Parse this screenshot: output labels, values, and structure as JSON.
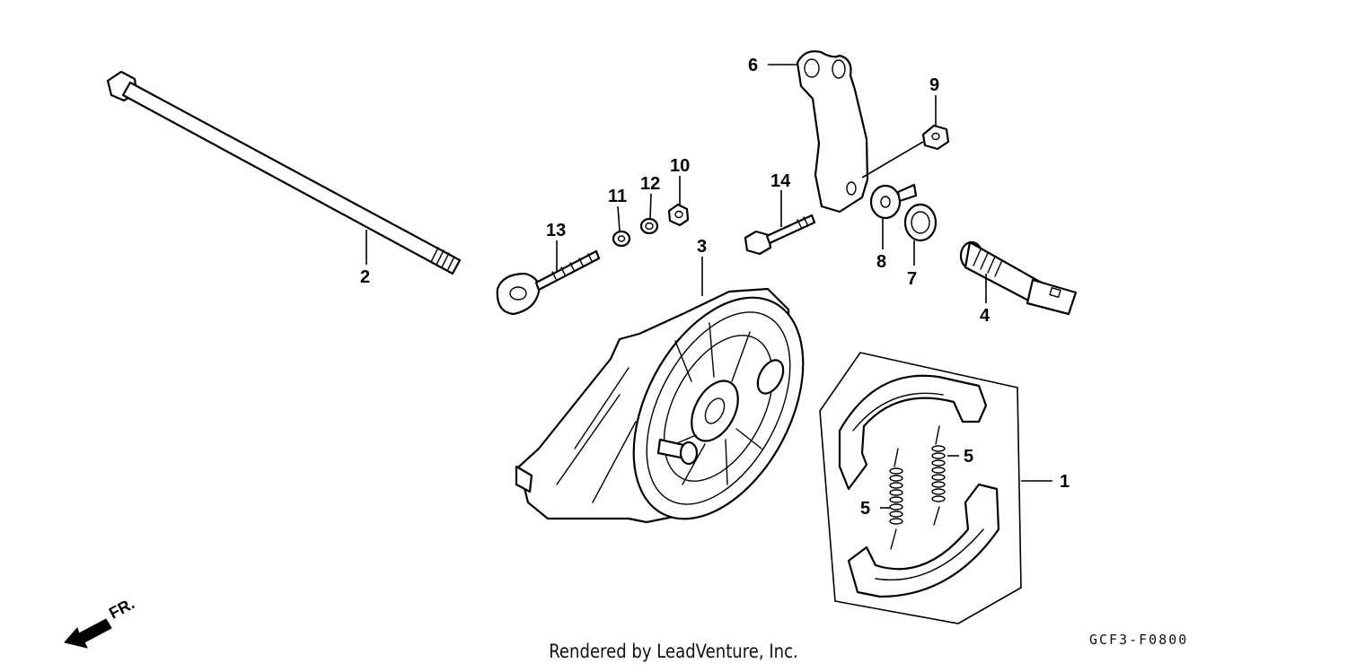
{
  "callouts": [
    {
      "id": "c1",
      "text": "1"
    },
    {
      "id": "c2",
      "text": "2"
    },
    {
      "id": "c3",
      "text": "3"
    },
    {
      "id": "c4",
      "text": "4"
    },
    {
      "id": "c5a",
      "text": "5"
    },
    {
      "id": "c5b",
      "text": "5"
    },
    {
      "id": "c6",
      "text": "6"
    },
    {
      "id": "c7",
      "text": "7"
    },
    {
      "id": "c8",
      "text": "8"
    },
    {
      "id": "c9",
      "text": "9"
    },
    {
      "id": "c10",
      "text": "10"
    },
    {
      "id": "c11",
      "text": "11"
    },
    {
      "id": "c12",
      "text": "12"
    },
    {
      "id": "c13",
      "text": "13"
    },
    {
      "id": "c14",
      "text": "14"
    }
  ],
  "direction_label": "FR.",
  "caption": "Rendered by LeadVenture, Inc.",
  "diagram_code": "GCF3-F0800"
}
